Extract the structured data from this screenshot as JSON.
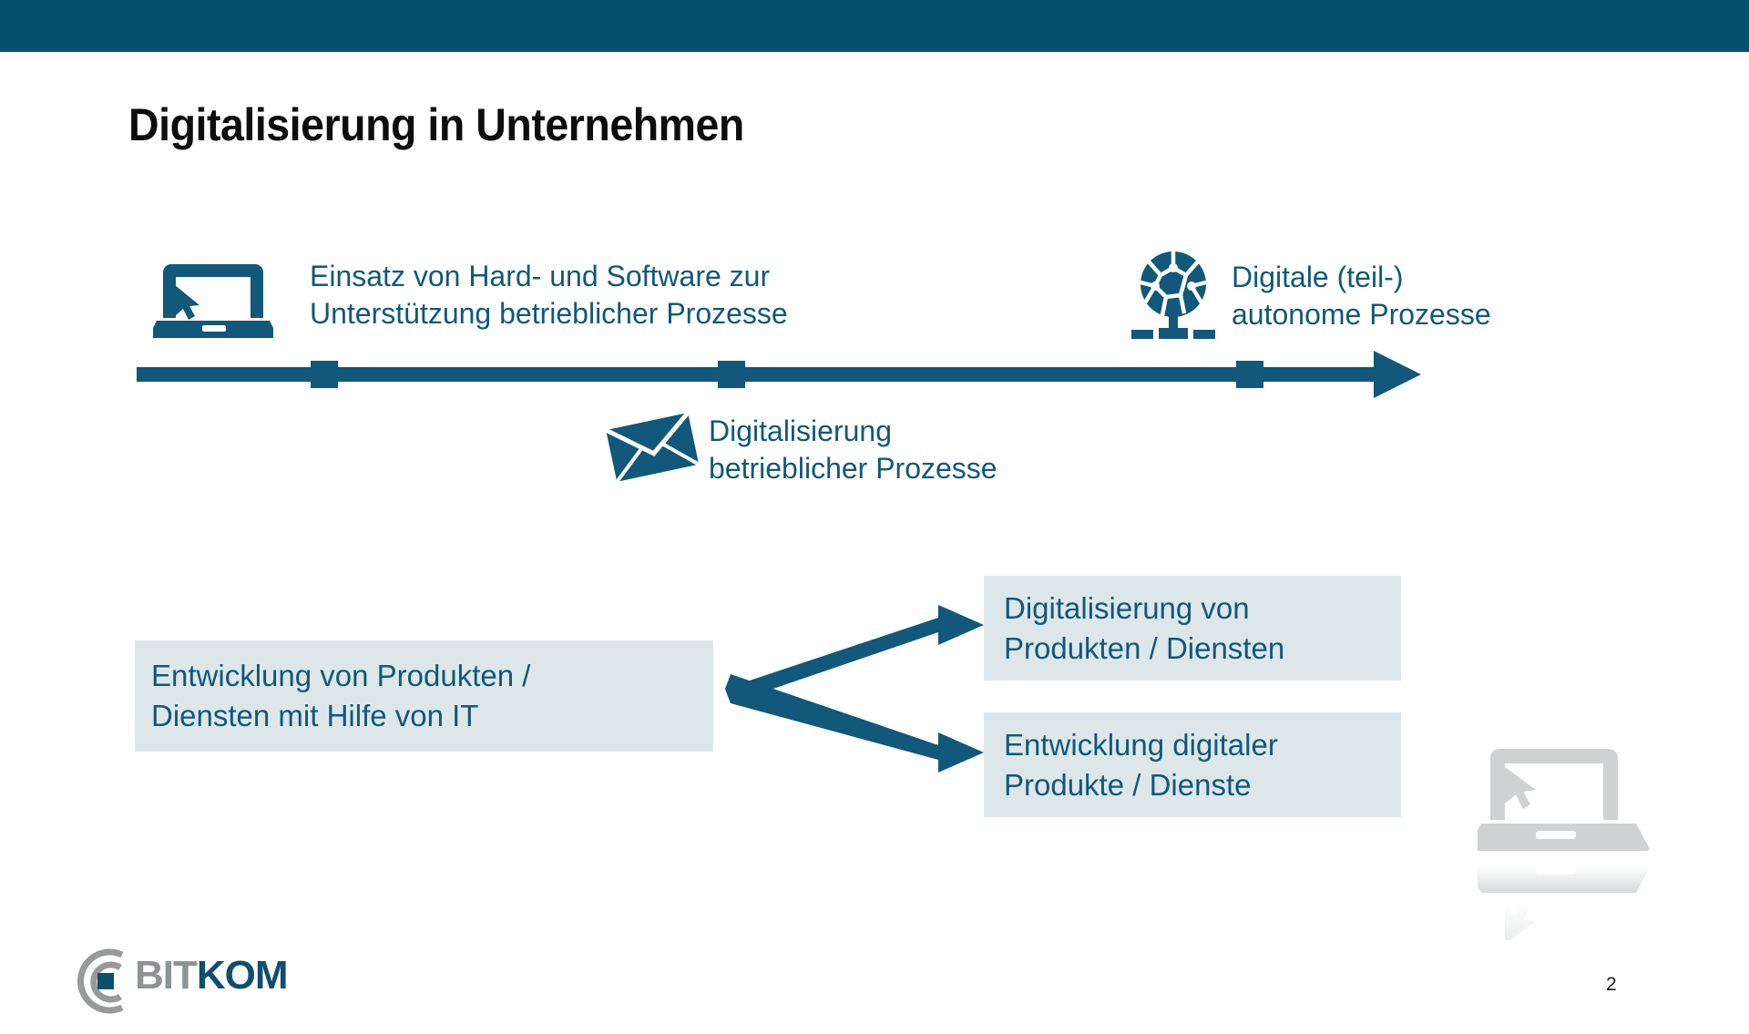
{
  "slide": {
    "title": "Digitalisierung in Unternehmen",
    "page_number": "2",
    "top_bar_color": "#04506e",
    "accent_color": "#11587a",
    "box_fill_color": "#dde7ea"
  },
  "timeline": {
    "stages": [
      {
        "icon": "laptop-cursor-icon",
        "label": "Einsatz von Hard- und Software zur\nUnterstützung betrieblicher Prozesse",
        "position": "start"
      },
      {
        "icon": "envelope-icon",
        "label": "Digitalisierung\nbetrieblicher Prozesse",
        "position": "middle"
      },
      {
        "icon": "network-globe-icon",
        "label": "Digitale (teil-)\nautonome Prozesse",
        "position": "end"
      }
    ],
    "marker_count": 3,
    "arrow_direction": "right"
  },
  "diagram": {
    "source_box": {
      "label": "Entwicklung von Produkten /\nDiensten mit Hilfe von IT"
    },
    "target_boxes": [
      {
        "label": "Digitalisierung von\nProdukten / Diensten"
      },
      {
        "label": "Entwicklung digitaler\nProdukte / Dienste"
      }
    ],
    "connector": "branching-double-arrow"
  },
  "footer": {
    "logo": {
      "mark": "bitkom-arc-icon",
      "text_part_1": "BIT",
      "text_part_2": "KOM",
      "color_part_1": "#8d9295",
      "color_part_2": "#0f4f6e"
    }
  },
  "watermark": {
    "icon": "laptop-cursor-watermark-icon",
    "color": "#d2d4d5"
  }
}
